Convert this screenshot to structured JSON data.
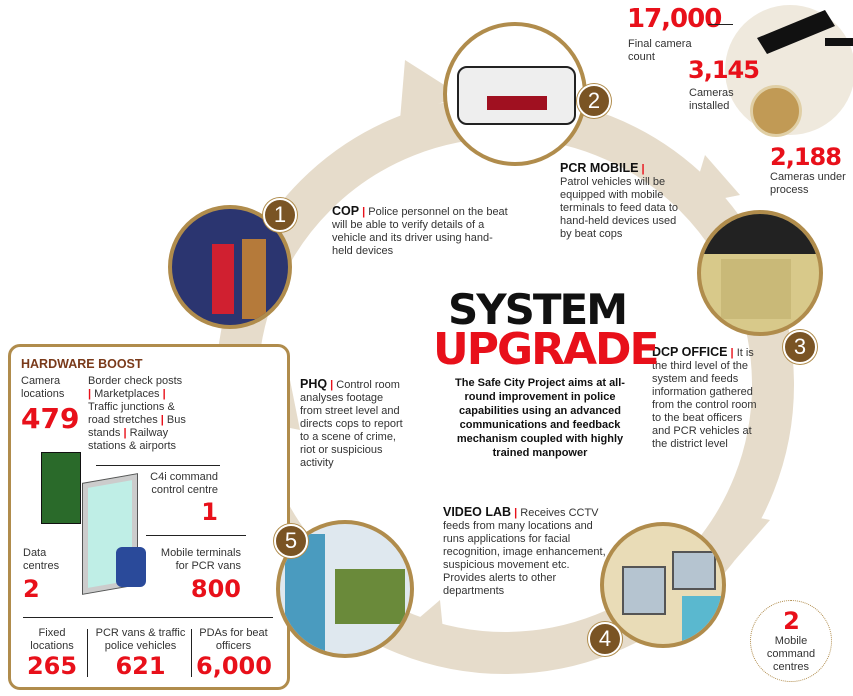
{
  "title": {
    "line1": "SYSTEM",
    "line2": "UPGRADE"
  },
  "intro": "The Safe City Project aims at all-round improvement in police capabilities using an advanced communications and feedback mechanism coupled with highly trained manpower",
  "steps": [
    {
      "number": "1",
      "heading": "COP",
      "text": "Police personnel on the beat will be able to verify details of a vehicle and its driver using hand-held devices"
    },
    {
      "number": "2",
      "heading": "PCR MOBILE",
      "text": "Patrol vehicles will be equipped with mobile terminals to feed data to hand-held devices used by beat cops"
    },
    {
      "number": "3",
      "heading": "DCP OFFICE",
      "text": "It is the third level of the system and feeds information gathered from the control room to the beat officers and PCR vehicles at the district level"
    },
    {
      "number": "4",
      "heading": "VIDEO LAB",
      "text": "Receives CCTV feeds from many locations and runs applications for facial recognition, image enhancement, suspicious movement etc. Provides alerts to other departments"
    },
    {
      "number": "5",
      "heading": "PHQ",
      "text": "Control room analyses footage from street level and directs cops to report to a scene of crime, riot or suspicious activity"
    }
  ],
  "cameras": {
    "final": {
      "value": "17,000",
      "label": "Final camera count"
    },
    "installed": {
      "value": "3,145",
      "label": "Cameras installed"
    },
    "process": {
      "value": "2,188",
      "label": "Cameras under process"
    }
  },
  "mobile_command": {
    "value": "2",
    "label": "Mobile command centres"
  },
  "hardware": {
    "title": "HARDWARE BOOST",
    "camera_locations": {
      "label": "Camera locations",
      "value": "479",
      "places": [
        "Border check posts",
        "Marketplaces",
        "Traffic junctions & road stretches",
        "Bus stands",
        "Railway stations & airports"
      ]
    },
    "c4i": {
      "label": "C4i command control centre",
      "value": "1"
    },
    "data_centres": {
      "label": "Data centres",
      "value": "2"
    },
    "mobile_terminals": {
      "label": "Mobile terminals for PCR vans",
      "value": "800"
    },
    "fixed": {
      "label": "Fixed locations",
      "value": "265"
    },
    "pcr_vans": {
      "label": "PCR vans & traffic police vehicles",
      "value": "621"
    },
    "pdas": {
      "label": "PDAs for beat officers",
      "value": "6,000"
    }
  },
  "colors": {
    "accent": "#e8101a",
    "gold": "#b08c4c",
    "badge": "#7a5424",
    "arrow": "#e6dccb"
  }
}
